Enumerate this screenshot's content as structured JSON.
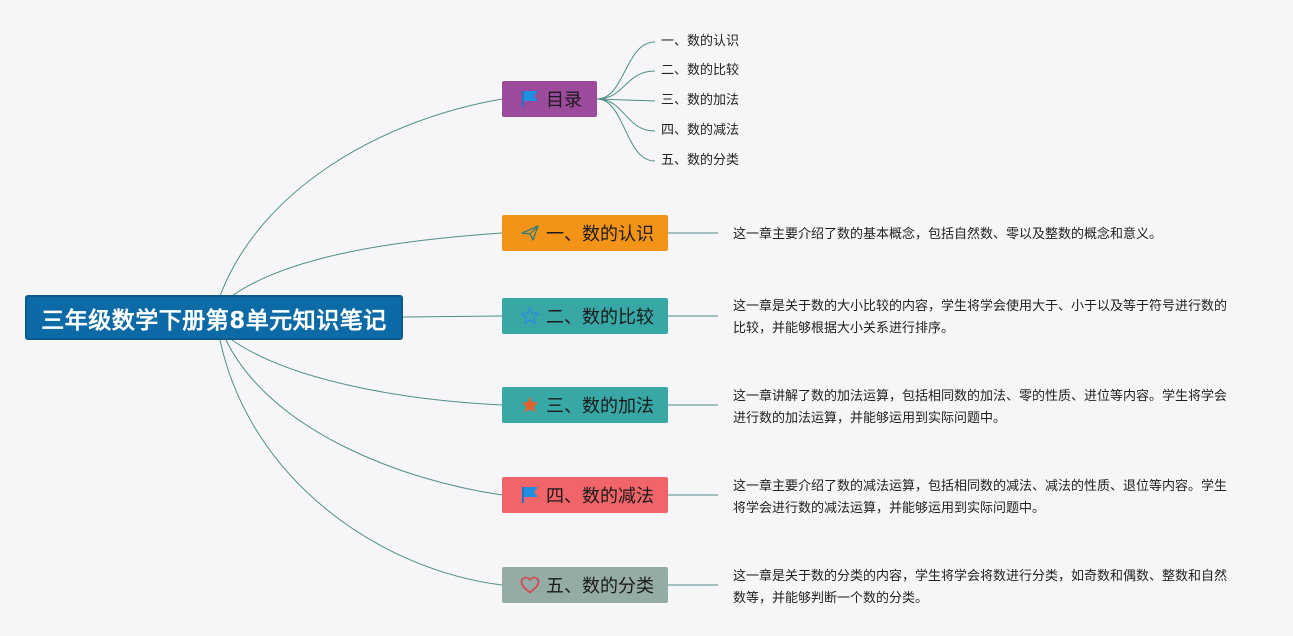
{
  "root": {
    "title": "三年级数学下册第8单元知识笔记",
    "color": "#0c6aa6"
  },
  "toc": {
    "label": "目录",
    "color": "#9b4a9c",
    "icon": "flag-icon",
    "items": [
      "一、数的认识",
      "二、数的比较",
      "三、数的加法",
      "四、数的减法",
      "五、数的分类"
    ]
  },
  "branches": [
    {
      "label": "一、数的认识",
      "color": "#f39419",
      "icon": "paper-plane-icon",
      "desc": "这一章主要介绍了数的基本概念，包括自然数、零以及整数的概念和意义。"
    },
    {
      "label": "二、数的比较",
      "color": "#37a8a6",
      "icon": "star-outline-icon",
      "desc": "这一章是关于数的大小比较的内容，学生将学会使用大于、小于以及等于符号进行数的比较，并能够根据大小关系进行排序。"
    },
    {
      "label": "三、数的加法",
      "color": "#37a8a6",
      "icon": "star-filled-icon",
      "desc": "这一章讲解了数的加法运算，包括相同数的加法、零的性质、进位等内容。学生将学会进行数的加法运算，并能够运用到实际问题中。"
    },
    {
      "label": "四、数的减法",
      "color": "#f0646a",
      "icon": "flag-icon",
      "desc": "这一章主要介绍了数的减法运算，包括相同数的减法、减法的性质、退位等内容。学生将学会进行数的减法运算，并能够运用到实际问题中。"
    },
    {
      "label": "五、数的分类",
      "color": "#95aba6",
      "icon": "heart-icon",
      "desc": "这一章是关于数的分类的内容，学生将学会将数进行分类，如奇数和偶数、整数和自然数等，并能够判断一个数的分类。"
    }
  ]
}
